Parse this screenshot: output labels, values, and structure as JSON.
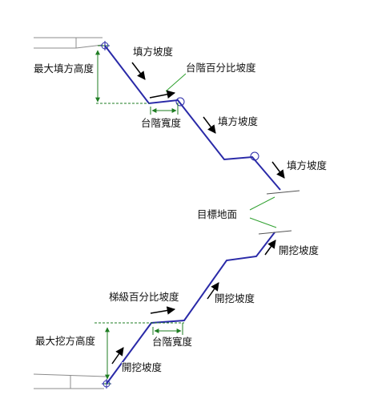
{
  "labels": {
    "max_fill_height": "最大填方高度",
    "fill_slope_1": "填方坡度",
    "bench_percent_slope_fill": "台階百分比坡度",
    "bench_width_fill": "台階寬度",
    "fill_slope_2": "填方坡度",
    "fill_slope_3": "填方坡度",
    "target_surface": "目標地面",
    "cut_slope_1": "開挖坡度",
    "step_percent_slope": "梯級百分比坡度",
    "cut_slope_2": "開挖坡度",
    "max_cut_height": "最大挖方高度",
    "bench_width_cut": "台階寬度",
    "cut_slope_3": "開挖坡度"
  },
  "colors": {
    "profile_line": "#2a2aa8",
    "dimension": "#1e7d22",
    "arrow": "#000000",
    "ground": "#8c8c8c",
    "target_leader": "#2ea02e"
  }
}
